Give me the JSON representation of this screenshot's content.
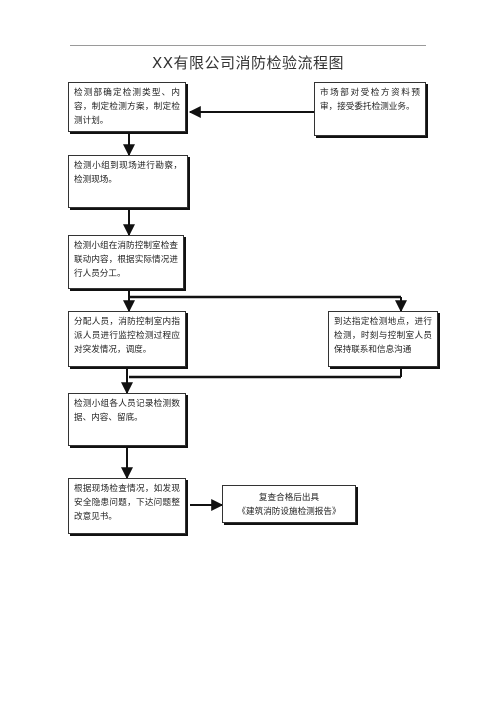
{
  "title": "XX有限公司消防检验流程图",
  "boxes": {
    "plan": "检测部确定检测类型、内容，制定检测方案，制定检测计划。",
    "market": "市场部对受检方资料预审，接受委托检测业务。",
    "survey": "检测小组到现场进行勘察，检测现场。",
    "check_linkage": "检测小组在消防控制室检查联动内容，根据实际情况进行人员分工。",
    "assign": "分配人员，消防控制室内指派人员进行监控检测过程应对突发情况，调度。",
    "onsite": "到达指定检测地点，进行检测，时刻与控制室人员保持联系和信息沟通",
    "record": "检测小组各人员记录检测数据、内容、留底。",
    "rectify": "根据现场检查情况，如发现安全隐患问题，下达问题整改意见书。",
    "report_l1": "复查合格后出具",
    "report_l2": "《建筑消防设施检测报告》"
  }
}
